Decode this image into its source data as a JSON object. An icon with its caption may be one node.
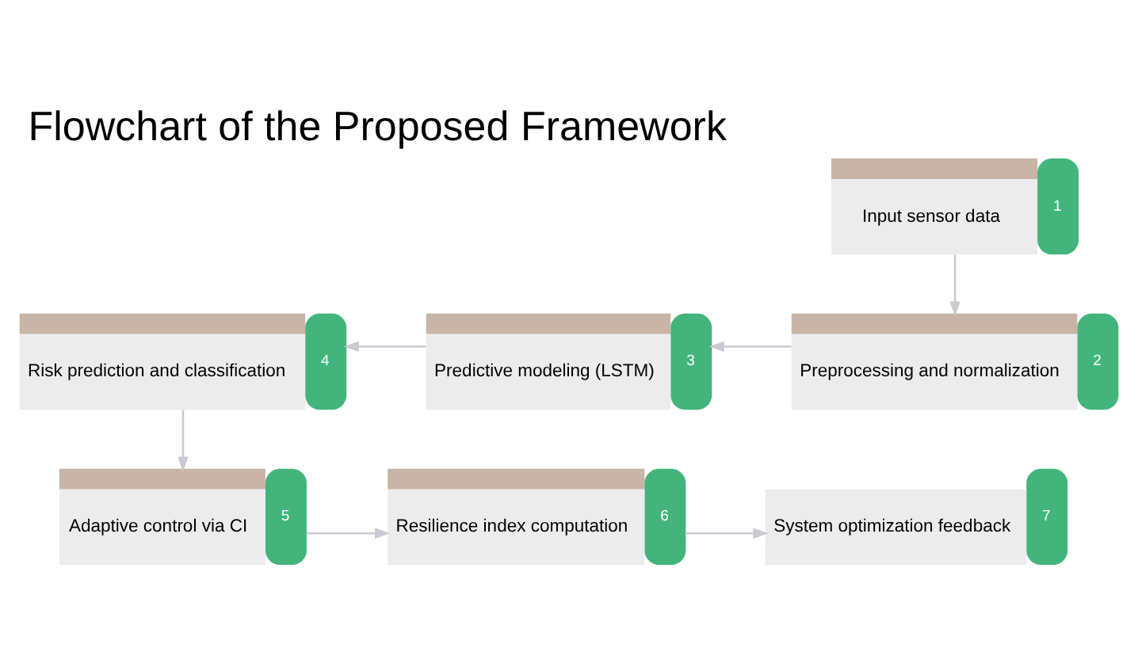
{
  "diagram": {
    "title": "Flowchart of the Proposed Framework",
    "nodes": [
      {
        "text": [
          "Input sensor data"
        ],
        "beside": [
          "1"
        ]
      },
      {
        "text": [
          "Preprocessing and normalization"
        ],
        "beside": [
          "2"
        ]
      },
      {
        "text": [
          "Predictive modeling (LSTM)"
        ],
        "beside": [
          "3"
        ]
      },
      {
        "text": [
          "Risk prediction and classification"
        ],
        "beside": [
          "4"
        ]
      },
      {
        "text": [
          "Adaptive control via CI"
        ],
        "beside": [
          "5"
        ]
      },
      {
        "text": [
          "Resilience index computation"
        ],
        "beside": [
          "6"
        ]
      },
      {
        "text": [
          "System optimization feedback"
        ],
        "beside": [
          "7"
        ]
      }
    ],
    "edges": [
      {
        "from": 0,
        "to": 1,
        "arrow": "to"
      },
      {
        "from": 1,
        "to": 2,
        "arrow": "to"
      },
      {
        "from": 2,
        "to": 3,
        "arrow": "to"
      },
      {
        "from": 3,
        "to": 4,
        "arrow": "to"
      },
      {
        "from": 4,
        "to": 5,
        "arrow": "to"
      },
      {
        "from": 5,
        "to": 6,
        "arrow": "to"
      }
    ]
  }
}
